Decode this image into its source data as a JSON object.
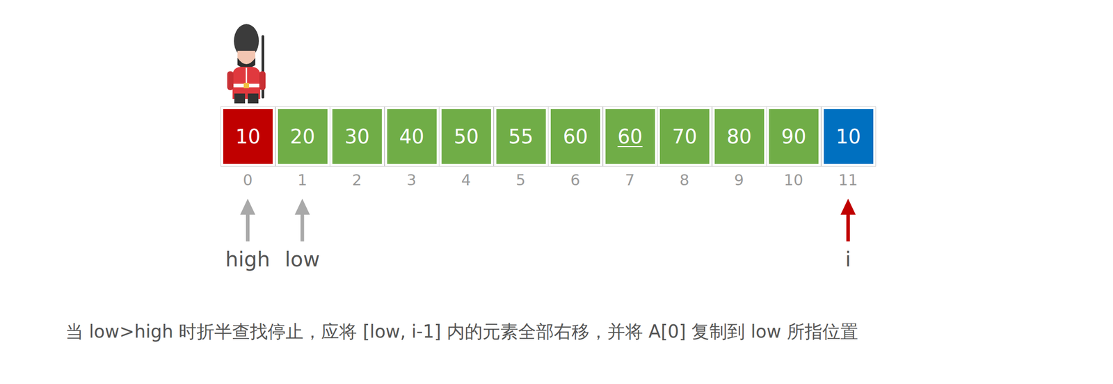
{
  "diagram": {
    "caption": "当 low>high 时折半查找停止，应将 [low, i-1] 内的元素全部右移，并将 A[0] 复制到 low 所指位置",
    "nodes": [
      {
        "text": [
          "10"
        ]
      },
      {
        "text": [
          "20"
        ]
      },
      {
        "text": [
          "30"
        ]
      },
      {
        "text": [
          "40"
        ]
      },
      {
        "text": [
          "50"
        ]
      },
      {
        "text": [
          "55"
        ]
      },
      {
        "text": [
          "60"
        ]
      },
      {
        "text": [
          "60"
        ]
      },
      {
        "text": [
          "70"
        ]
      },
      {
        "text": [
          "80"
        ]
      },
      {
        "text": [
          "90"
        ]
      },
      {
        "text": [
          "10"
        ]
      }
    ],
    "labels": [
      "0",
      "1",
      "2",
      "3",
      "4",
      "5",
      "6",
      "7",
      "8",
      "9",
      "10",
      "11",
      "high",
      "low",
      "i"
    ]
  }
}
